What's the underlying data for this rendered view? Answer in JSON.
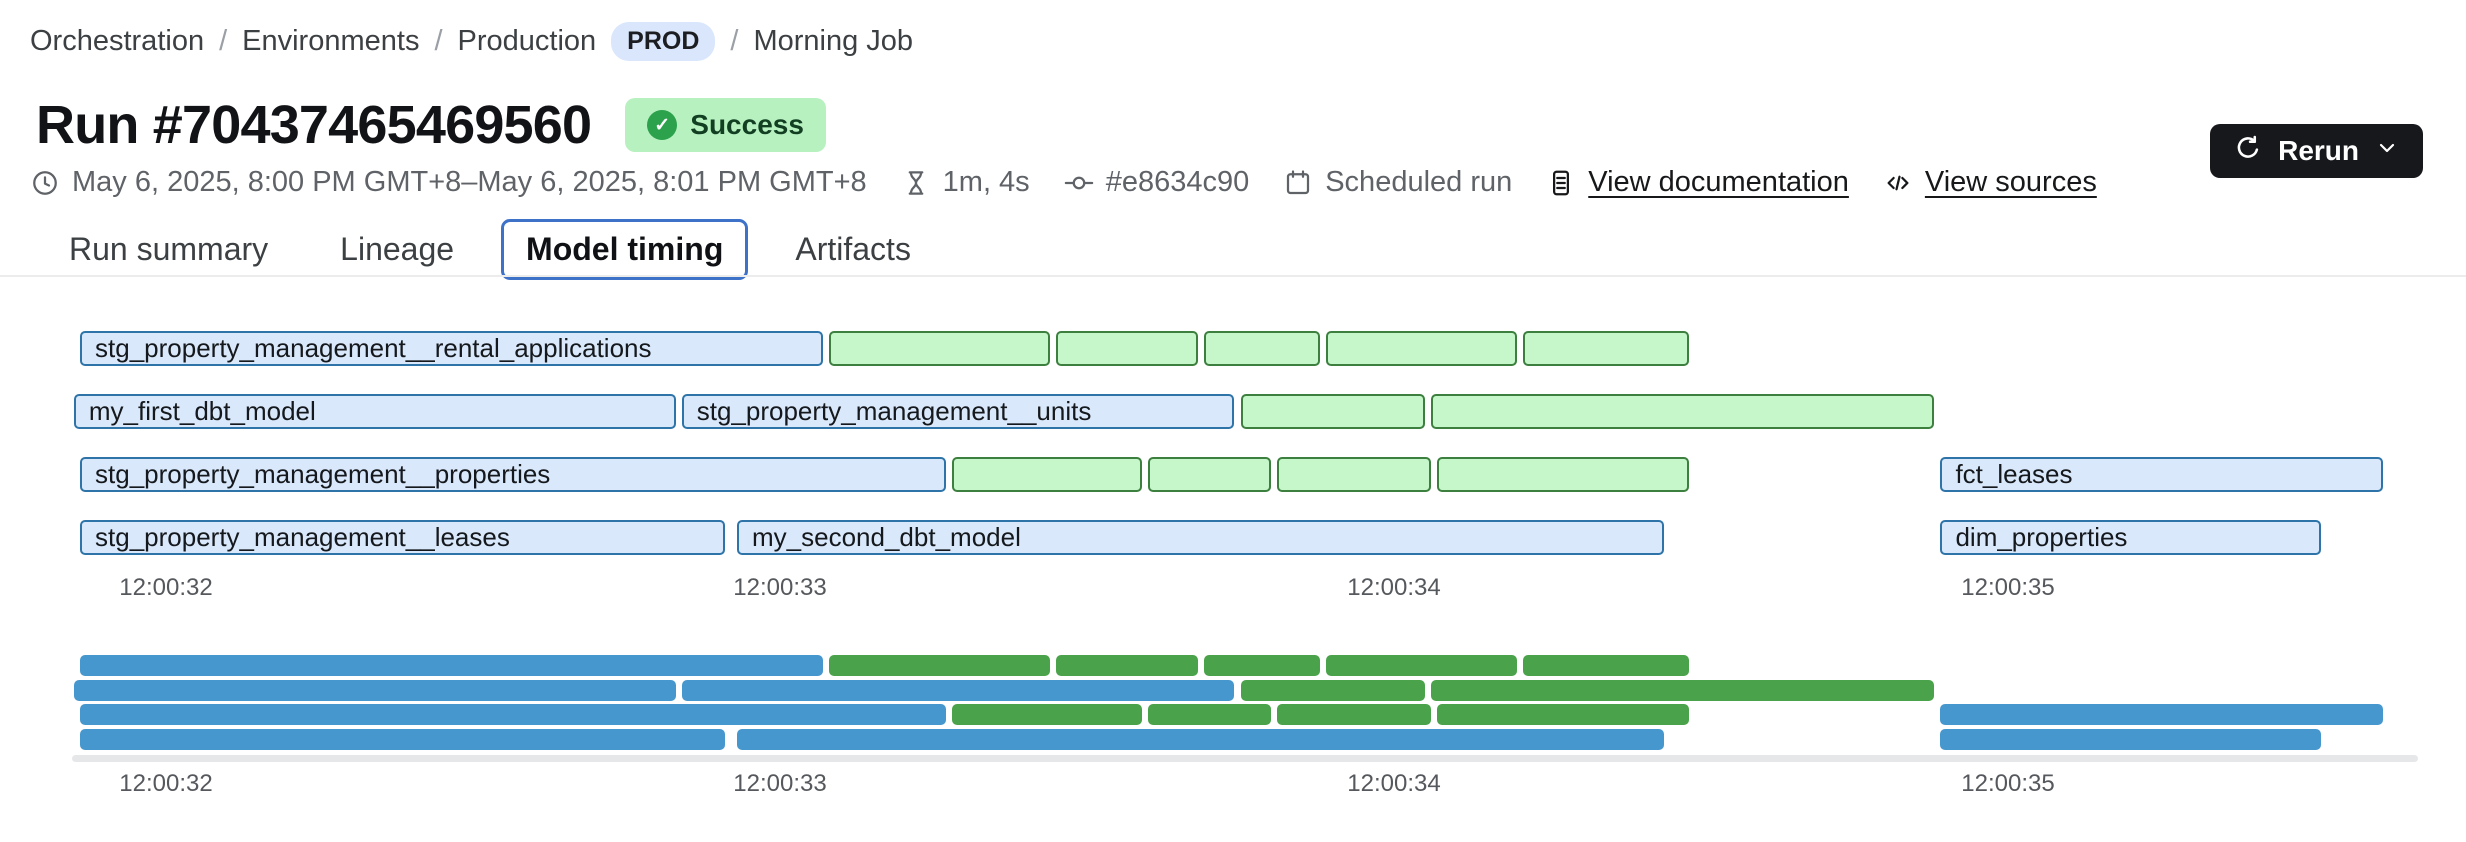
{
  "breadcrumb": {
    "separator": "/",
    "items": [
      {
        "label": "Orchestration"
      },
      {
        "label": "Environments"
      },
      {
        "label": "Production",
        "badge": "PROD"
      },
      {
        "label": "Morning Job"
      }
    ]
  },
  "header": {
    "title": "Run #70437465469560",
    "status": {
      "label": "Success",
      "icon": "check-circle-icon"
    }
  },
  "actions": {
    "rerun_label": "Rerun",
    "rerun_icon": "refresh-icon",
    "chevron_icon": "chevron-down-icon"
  },
  "meta": {
    "items": [
      {
        "icon": "clock-icon",
        "text": "May 6, 2025, 8:00 PM GMT+8–May 6, 2025, 8:01 PM GMT+8",
        "link": false
      },
      {
        "icon": "hourglass-icon",
        "text": "1m, 4s",
        "link": false
      },
      {
        "icon": "commit-icon",
        "text": "#e8634c90",
        "link": false
      },
      {
        "icon": "calendar-icon",
        "text": "Scheduled run",
        "link": false
      },
      {
        "icon": "document-icon",
        "text": "View documentation",
        "link": true
      },
      {
        "icon": "code-icon",
        "text": "View sources",
        "link": true
      }
    ]
  },
  "tabs": {
    "items": [
      {
        "label": "Run summary",
        "active": false
      },
      {
        "label": "Lineage",
        "active": false
      },
      {
        "label": "Model timing",
        "active": true
      },
      {
        "label": "Artifacts",
        "active": false
      }
    ]
  },
  "colors": {
    "accent_blue": "#3e72c9",
    "badge_prod_bg": "#d9e6fc",
    "success_bg": "#b7f1c0",
    "success_icon": "#2ca24c",
    "success_text": "#123f22",
    "rerun_bg": "#17181c",
    "model_fill": "#d9e9fb",
    "model_border": "#2e74a8",
    "test_fill": "#c5f7ca",
    "test_border": "#3c7f3e",
    "mini_model": "#4697cd",
    "mini_test": "#4aa24a",
    "track": "#e6e7e9",
    "text_primary": "#17181a",
    "text_secondary": "#5f6368"
  },
  "chart_data": {
    "type": "gantt",
    "title": "Model timing",
    "xlim_seconds": [
      31.8,
      35.75
    ],
    "time_axis": {
      "tick_labels": [
        "12:00:32",
        "12:00:33",
        "12:00:34",
        "12:00:35"
      ],
      "tick_seconds": [
        32,
        33,
        34,
        35
      ]
    },
    "legend": {
      "model_color_meaning": "model (labeled, blue)",
      "test_color_meaning": "test (unlabeled, green)"
    },
    "rows": [
      {
        "segments": [
          {
            "name": "stg_property_management__rental_applications",
            "kind": "model",
            "start": 31.86,
            "end": 33.07
          },
          {
            "kind": "test",
            "start": 33.08,
            "end": 33.44
          },
          {
            "kind": "test",
            "start": 33.45,
            "end": 33.68
          },
          {
            "kind": "test",
            "start": 33.69,
            "end": 33.88
          },
          {
            "kind": "test",
            "start": 33.89,
            "end": 34.2
          },
          {
            "kind": "test",
            "start": 34.21,
            "end": 34.48
          }
        ]
      },
      {
        "segments": [
          {
            "name": "my_first_dbt_model",
            "kind": "model",
            "start": 31.85,
            "end": 32.83
          },
          {
            "name": "stg_property_management__units",
            "kind": "model",
            "start": 32.84,
            "end": 33.74
          },
          {
            "kind": "test",
            "start": 33.75,
            "end": 34.05
          },
          {
            "kind": "test",
            "start": 34.06,
            "end": 34.88
          }
        ]
      },
      {
        "segments": [
          {
            "name": "stg_property_management__properties",
            "kind": "model",
            "start": 31.86,
            "end": 33.27
          },
          {
            "kind": "test",
            "start": 33.28,
            "end": 33.59
          },
          {
            "kind": "test",
            "start": 33.6,
            "end": 33.8
          },
          {
            "kind": "test",
            "start": 33.81,
            "end": 34.06
          },
          {
            "kind": "test",
            "start": 34.07,
            "end": 34.48
          },
          {
            "name": "fct_leases",
            "kind": "model",
            "start": 34.89,
            "end": 35.61
          }
        ]
      },
      {
        "segments": [
          {
            "name": "stg_property_management__leases",
            "kind": "model",
            "start": 31.86,
            "end": 32.91
          },
          {
            "name": "my_second_dbt_model",
            "kind": "model",
            "start": 32.93,
            "end": 34.44
          },
          {
            "name": "dim_properties",
            "kind": "model",
            "start": 34.89,
            "end": 35.51
          }
        ]
      }
    ],
    "minimap": {
      "mirrors_rows": true,
      "style": "solid",
      "axis_repeated_below": true
    }
  }
}
